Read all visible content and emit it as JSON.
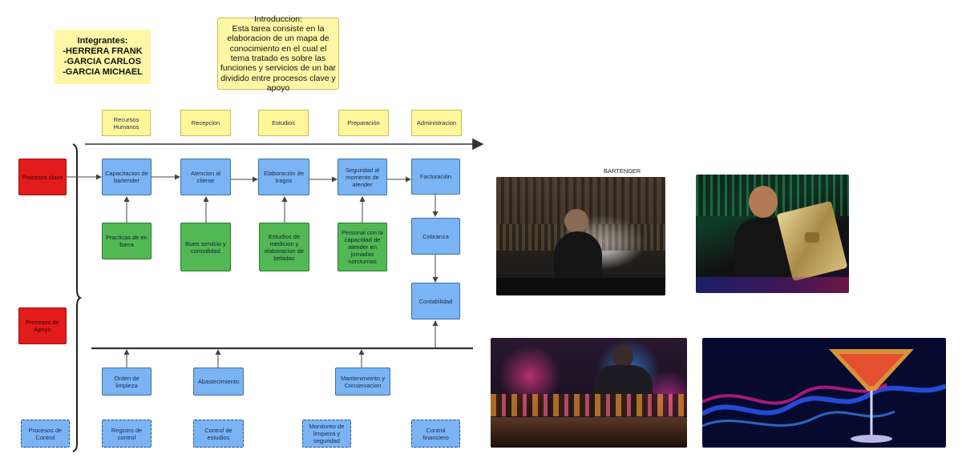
{
  "notes": {
    "members_title": "Integrantes:",
    "members": [
      "-HERRERA FRANK",
      "-GARCIA CARLOS",
      "-GARCIA MICHAEL"
    ],
    "intro_title": "Introduccion:",
    "intro_text": "Esta tarea consiste en la elaboracion de un mapa de conocimiento en el cual el tema tratado es sobre las funciones y servicios de un bar dividido entre procesos clave y apoyo"
  },
  "stages": [
    "Recursos Humanos",
    "Recepcion",
    "Estudios",
    "Preparación",
    "Administracion"
  ],
  "processes": {
    "key": "Procesos clave",
    "support": "Procesos de Apoyo",
    "control": "Procesos de Control"
  },
  "key_flow": [
    "Capacitacion de bartender",
    "Atencion al cliente",
    "Elaboración de tragos",
    "Seguridad al momento de atender",
    "Facturación"
  ],
  "key_inputs": [
    "Practicas de en barra",
    "Buen servicio y comodidad",
    "Estudios de medicion y elaboracion de bebidas",
    "Personal con la capacidad de atender en jornadas norcturnas"
  ],
  "admin_chain": [
    "Cobranza",
    "Contabilidad"
  ],
  "support_items": [
    "Orden de limpieza",
    "Abastecimiento",
    "Mantenimeinto y Conservacion"
  ],
  "control_items": [
    "Registro de control",
    "Control de estudios",
    "Monitoreo de limpieza y seguridad",
    "Control financiero"
  ],
  "gallery": {
    "caption": "BARTENDER",
    "images": [
      "bartender-smoke-photo",
      "bartender-award-photo",
      "bar-counter-photo",
      "neon-cocktail-photo"
    ]
  },
  "colors": {
    "yellow": "#fff59b",
    "blue": "#7ab4f5",
    "green": "#52b854",
    "red": "#e21c1c",
    "line": "#333333"
  }
}
